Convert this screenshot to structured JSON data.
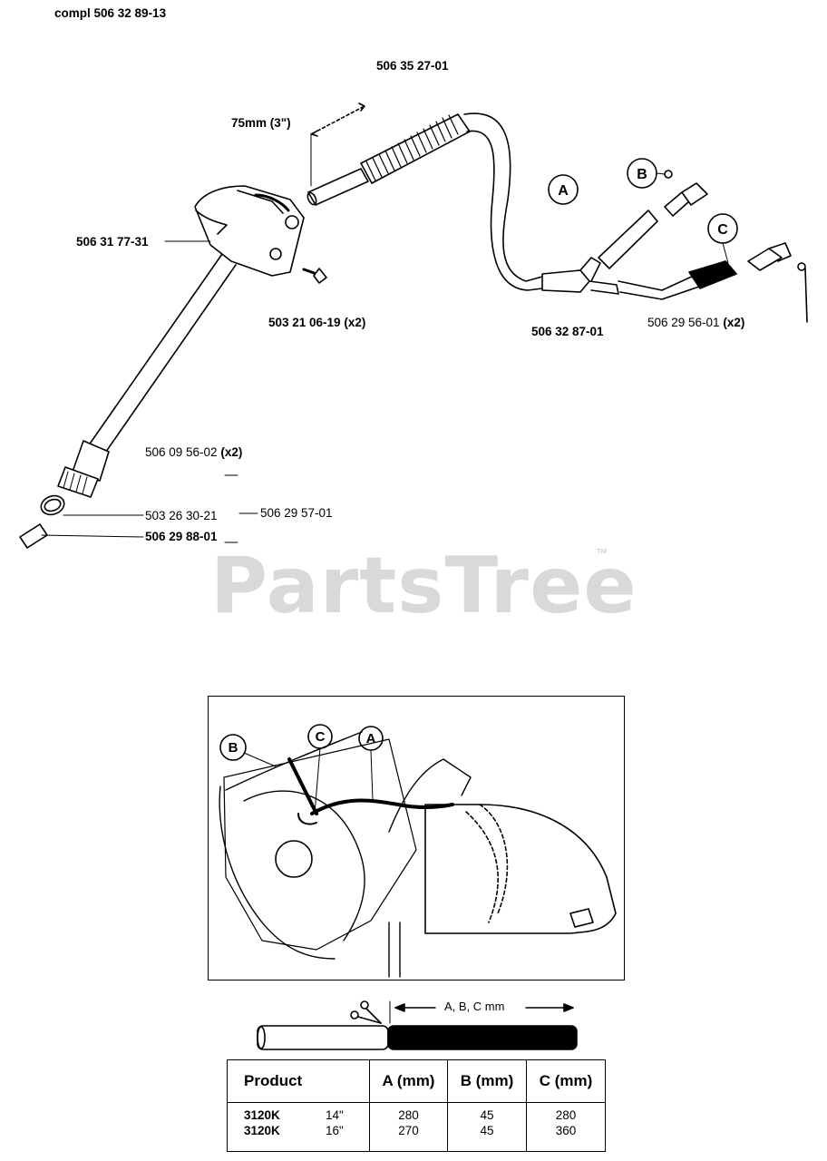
{
  "assembly_label": "compl 506 32 89-13",
  "parts": {
    "hose_main": "506 35 27-01",
    "length_note": "75mm (3\")",
    "valve_body": "506 31 77-31",
    "screw": "503 21 06-19",
    "screw_qty": "(x2)",
    "tee": "506 32 87-01",
    "clamp": "506 29 56-01",
    "clamp_qty": "(x2)",
    "clip": "506 09 56-02",
    "clip_qty": "(x2)",
    "o_ring": "503 26 30-21",
    "coupling": "506 29 57-01",
    "nipple": "506 29 88-01"
  },
  "callouts": {
    "a": "A",
    "b": "B",
    "c": "C"
  },
  "watermark": "PartsTree",
  "trademark": "™",
  "cut_instruction": "A, B, C mm",
  "table": {
    "headers": [
      "Product",
      "A (mm)",
      "B (mm)",
      "C (mm)"
    ],
    "rows": [
      {
        "model": "3120K",
        "size": "14\"",
        "a": "280",
        "b": "45",
        "c": "280"
      },
      {
        "model": "3120K",
        "size": "16\"",
        "a": "270",
        "b": "45",
        "c": "360"
      }
    ]
  }
}
